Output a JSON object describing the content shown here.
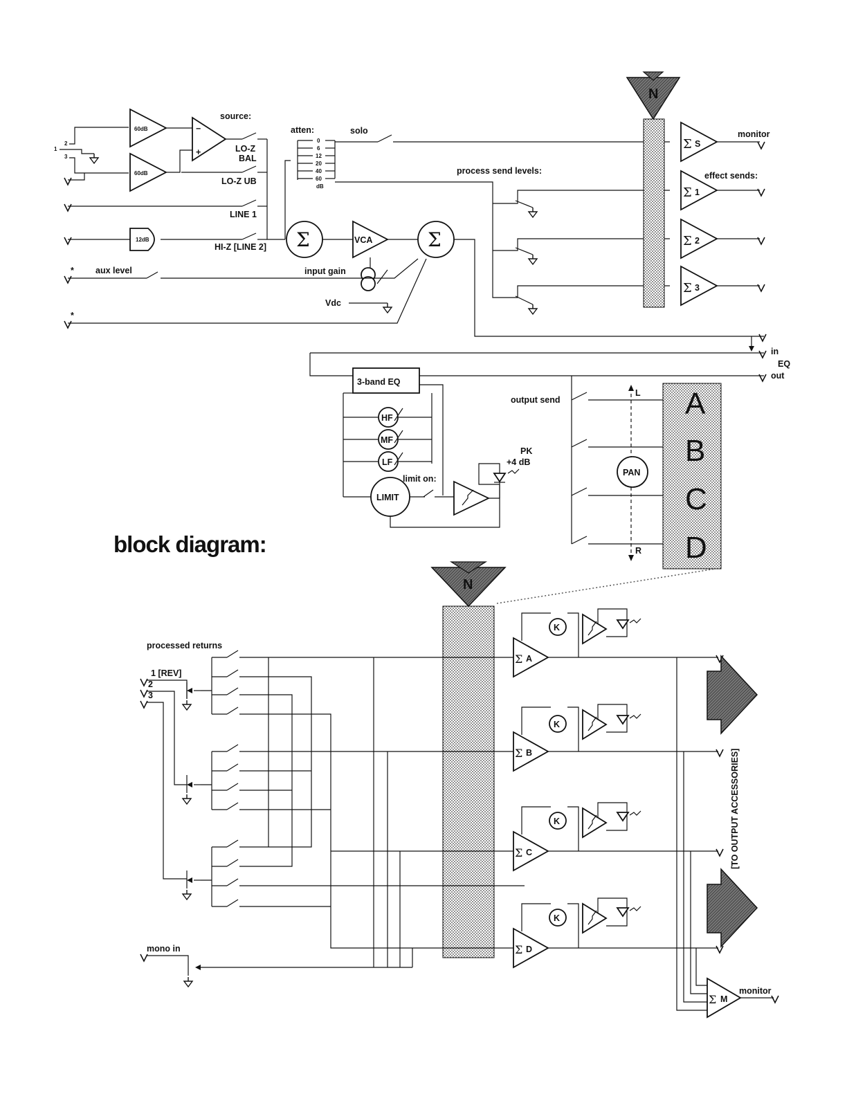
{
  "title": "block diagram:",
  "input": {
    "source_label": "source:",
    "preamp_gain": "60dB",
    "pad_gain": "12dB",
    "sources": [
      "LO-Z BAL",
      "LO-Z UB",
      "LINE 1",
      "HI-Z [LINE 2]"
    ],
    "source_lozbal_1": "LO-Z",
    "source_lozbal_2": "BAL",
    "pins": [
      "2",
      "1",
      "3"
    ],
    "aux_level": "aux level",
    "input_gain": "input gain",
    "vdc": "Vdc",
    "vca": "VCA",
    "sum_symbol": "Σ",
    "jack_v": "V",
    "asterisk": "*"
  },
  "atten": {
    "label": "atten:",
    "steps": [
      "0",
      "6",
      "12",
      "20",
      "40",
      "60"
    ],
    "unit": "dB"
  },
  "solo": "solo",
  "process_send_levels": "process send levels:",
  "bus_block_letter": "N",
  "mixer_outputs": {
    "monitor": "monitor",
    "effect_sends": "effect sends:",
    "sum_labels": [
      "S",
      "1",
      "2",
      "3"
    ]
  },
  "eq_insert": {
    "in": "in",
    "eq": "EQ",
    "out": "out"
  },
  "eq_section": {
    "eq_block": "3-band EQ",
    "bands": [
      "HF",
      "MF",
      "LF"
    ],
    "limit": "LIMIT",
    "limit_on": "limit on:",
    "pk": "PK",
    "pk_level": "+4 dB"
  },
  "output_section": {
    "output_send": "output send",
    "pan": "PAN",
    "left": "L",
    "right": "R",
    "groups": [
      "A",
      "B",
      "C",
      "D"
    ]
  },
  "bottom": {
    "processed_returns": "processed returns",
    "returns": [
      "1 [REV]",
      "2",
      "3"
    ],
    "mono_in": "mono in",
    "k": "K",
    "group_sums": [
      "A",
      "B",
      "C",
      "D"
    ],
    "monitor_sum": "M",
    "monitor": "monitor",
    "to_output_accessories": "[TO OUTPUT ACCESSORIES]"
  }
}
